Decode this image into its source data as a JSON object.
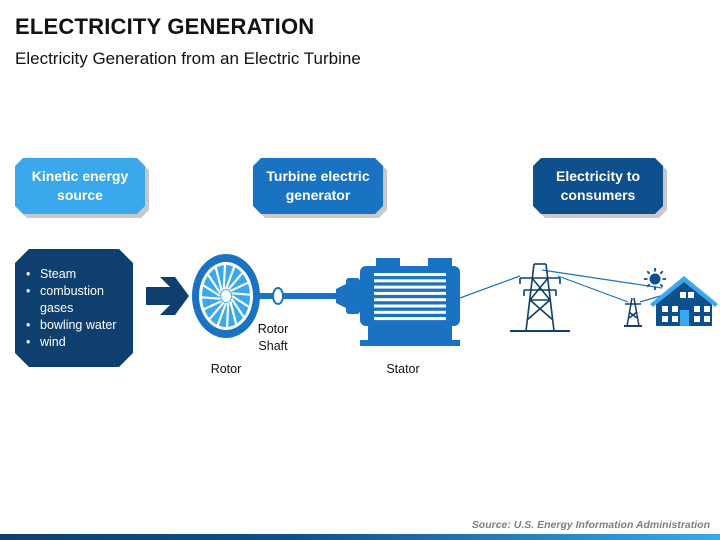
{
  "header": {
    "title": "ELECTRICITY GENERATION",
    "subtitle": "Electricity Generation from an Electric Turbine"
  },
  "boxes": {
    "kinetic": "Kinetic energy source",
    "turbine": "Turbine electric generator",
    "consumers": "Electricity to consumers"
  },
  "sources_list": [
    "Steam",
    "combustion gases",
    "bowling water",
    "wind"
  ],
  "labels": {
    "rotor": "Rotor",
    "rotor_shaft": "Rotor Shaft",
    "stator": "Stator"
  },
  "footer": {
    "source": "Source: U.S. Energy Information Administration"
  },
  "colors": {
    "light_blue": "#3aa8ea",
    "mid_blue": "#1a72c2",
    "dark_blue": "#0e4f8e",
    "navy": "#0e3f6e"
  }
}
